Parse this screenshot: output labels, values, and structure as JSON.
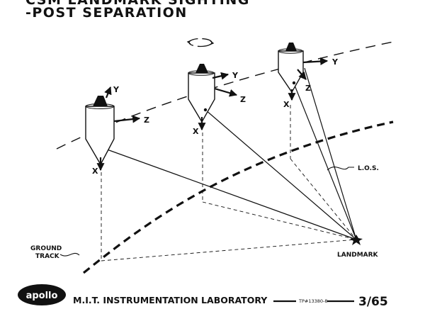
{
  "title": {
    "line1": "CSM LANDMARK SIGHTING",
    "line2": "-POST SEPARATION"
  },
  "axes": {
    "x": "X",
    "y": "Y",
    "z": "Z"
  },
  "labels": {
    "los": "L.O.S.",
    "ground_track_line1": "GROUND",
    "ground_track_line2": "TRACK",
    "landmark": "LANDMARK"
  },
  "footer": {
    "logo_text": "apollo",
    "lab": "M.I.T. INSTRUMENTATION LABORATORY",
    "tp_number": "TP#13380-8",
    "figure_date": "3/65"
  },
  "icons": {
    "rotation": "rotation-arrows-icon",
    "landmark": "landmark-star-icon"
  },
  "colors": {
    "ink": "#111111",
    "paper": "#ffffff"
  }
}
